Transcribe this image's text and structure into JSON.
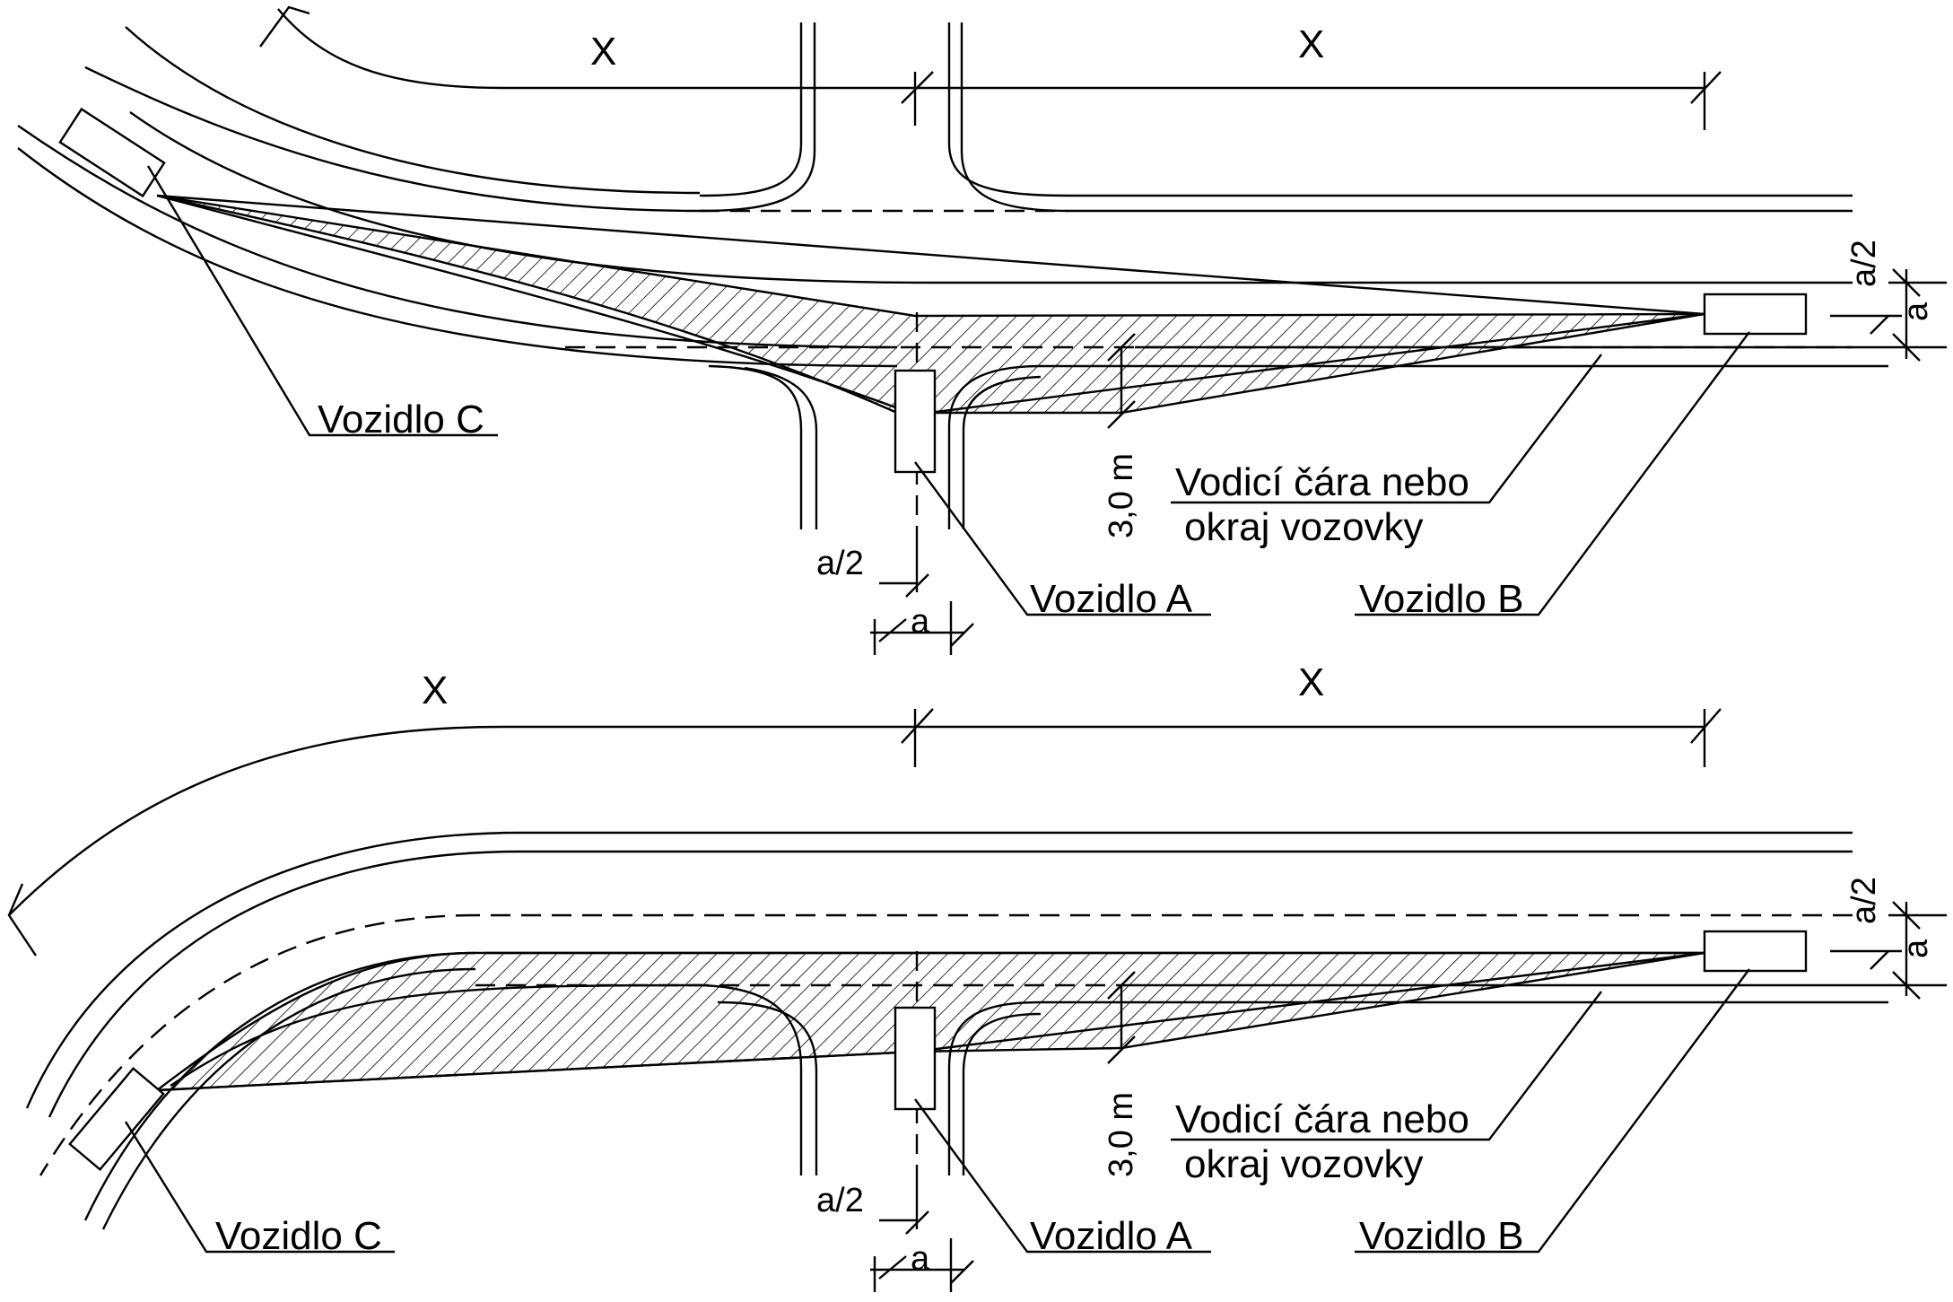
{
  "panels": [
    {
      "x_left": "X",
      "x_right": "X",
      "vehicle_a": "Vozidlo A",
      "vehicle_b": "Vozidlo B",
      "vehicle_c": "Vozidlo C",
      "guide_line_1": "Vodicí čára nebo",
      "guide_line_2": "okraj vozovky",
      "dim_3m": "3,0 m",
      "dim_a_half_left": "a/2",
      "dim_a_left": "a",
      "dim_a_half_right": "a/2",
      "dim_a_right": "a"
    },
    {
      "x_left": "X",
      "x_right": "X",
      "vehicle_a": "Vozidlo A",
      "vehicle_b": "Vozidlo B",
      "vehicle_c": "Vozidlo C",
      "guide_line_1": "Vodicí čára nebo",
      "guide_line_2": "okraj vozovky",
      "dim_3m": "3,0 m",
      "dim_a_half_left": "a/2",
      "dim_a_left": "a",
      "dim_a_half_right": "a/2",
      "dim_a_right": "a"
    }
  ],
  "colors": {
    "stroke": "#000000",
    "background": "#ffffff"
  }
}
